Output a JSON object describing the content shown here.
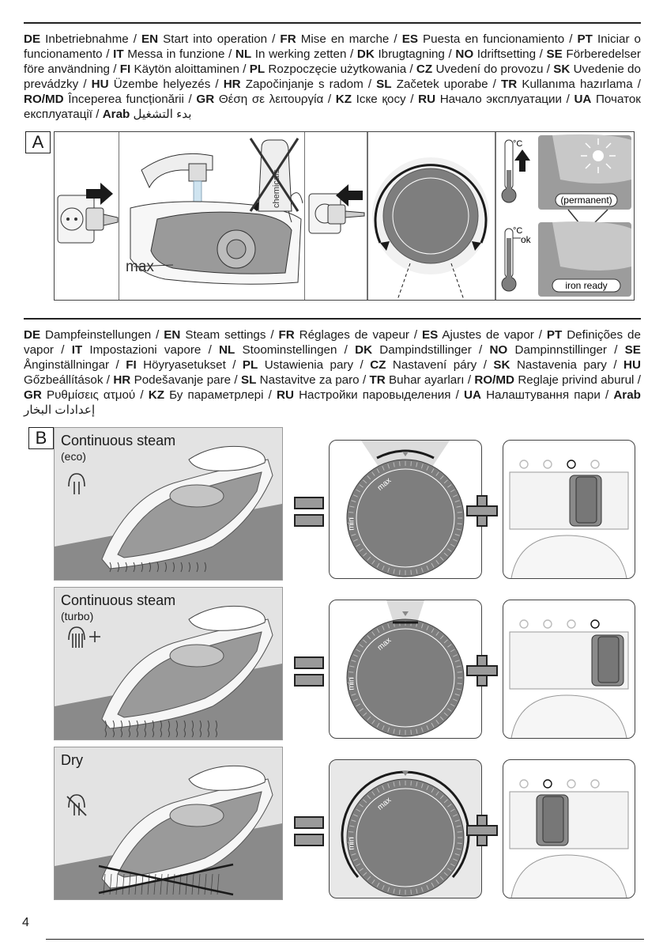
{
  "section_a": {
    "label": "A",
    "heading": [
      {
        "code": "DE",
        "text": "Inbetriebnahme"
      },
      {
        "code": "EN",
        "text": "Start into operation"
      },
      {
        "code": "FR",
        "text": "Mise en marche"
      },
      {
        "code": "ES",
        "text": "Puesta en funcionamiento"
      },
      {
        "code": "PT",
        "text": "Iniciar o funcionamento"
      },
      {
        "code": "IT",
        "text": "Messa in funzione"
      },
      {
        "code": "NL",
        "text": "In werking zetten"
      },
      {
        "code": "DK",
        "text": "Ibrugtagning"
      },
      {
        "code": "NO",
        "text": "Idriftsetting"
      },
      {
        "code": "SE",
        "text": "Förberedelser före användning"
      },
      {
        "code": "FI",
        "text": "Käytön aloittaminen"
      },
      {
        "code": "PL",
        "text": "Rozpoczęcie użytkowania"
      },
      {
        "code": "CZ",
        "text": "Uvedení do provozu"
      },
      {
        "code": "SK",
        "text": "Uvedenie do prevádzky"
      },
      {
        "code": "HU",
        "text": "Üzembe helyezés"
      },
      {
        "code": "HR",
        "text": "Započinjanje s radom"
      },
      {
        "code": "SL",
        "text": "Začetek uporabe"
      },
      {
        "code": "TR",
        "text": "Kullanıma hazırlama"
      },
      {
        "code": "RO/MD",
        "text": "Începerea funcționării"
      },
      {
        "code": "GR",
        "text": "Θέση σε λειτουργία"
      },
      {
        "code": "KZ",
        "text": "Іске қосу"
      },
      {
        "code": "RU",
        "text": "Начало эксплуатации"
      },
      {
        "code": "UA",
        "text": "Початок експлуатації"
      },
      {
        "code": "Arab",
        "text": "بدء التشغيل"
      }
    ],
    "max_label": "max",
    "chemicals_label": "chemicals",
    "temp_unit": "°C",
    "ok_label": "ok",
    "permanent_label": "(permanent)",
    "iron_ready_label": "iron ready"
  },
  "section_b": {
    "label": "B",
    "heading": [
      {
        "code": "DE",
        "text": "Dampfeinstellungen"
      },
      {
        "code": "EN",
        "text": "Steam settings"
      },
      {
        "code": "FR",
        "text": "Réglages de vapeur"
      },
      {
        "code": "ES",
        "text": "Ajustes de vapor"
      },
      {
        "code": "PT",
        "text": "Definições de vapor"
      },
      {
        "code": "IT",
        "text": "Impostazioni vapore"
      },
      {
        "code": "NL",
        "text": "Stoominstellingen"
      },
      {
        "code": "DK",
        "text": "Dampindstillinger"
      },
      {
        "code": "NO",
        "text": "Dampinnstillinger"
      },
      {
        "code": "SE",
        "text": "Ånginställningar"
      },
      {
        "code": "FI",
        "text": "Höyryasetukset"
      },
      {
        "code": "PL",
        "text": "Ustawienia pary"
      },
      {
        "code": "CZ",
        "text": "Nastavení páry"
      },
      {
        "code": "SK",
        "text": "Nastavenia pary"
      },
      {
        "code": "HU",
        "text": "Gőzbeállítások"
      },
      {
        "code": "HR",
        "text": "Podešavanje pare"
      },
      {
        "code": "SL",
        "text": "Nastavitve za paro"
      },
      {
        "code": "TR",
        "text": "Buhar ayarları"
      },
      {
        "code": "RO/MD",
        "text": "Reglaje privind aburul"
      },
      {
        "code": "GR",
        "text": "Ρυθμίσεις ατμού"
      },
      {
        "code": "KZ",
        "text": "Бу параметрлері"
      },
      {
        "code": "RU",
        "text": "Настройки паровыделения"
      },
      {
        "code": "UA",
        "text": "Налаштування пари"
      },
      {
        "code": "Arab",
        "text": "إعدادات البخار"
      }
    ],
    "rows": [
      {
        "title": "Continuous steam",
        "subtitle": "(eco)",
        "icon": "steam-eco-icon"
      },
      {
        "title": "Continuous steam",
        "subtitle": "(turbo)",
        "icon": "steam-turbo-icon"
      },
      {
        "title": "Dry",
        "subtitle": "",
        "icon": "dry-icon"
      }
    ],
    "dial_max": "max",
    "dial_min": "min"
  },
  "page_number": "4",
  "colors": {
    "text": "#1a1a1a",
    "panel_gray": "#e6e6e6",
    "surface_gray": "#8a8a8a",
    "iron_gray": "#9a9a9a"
  }
}
